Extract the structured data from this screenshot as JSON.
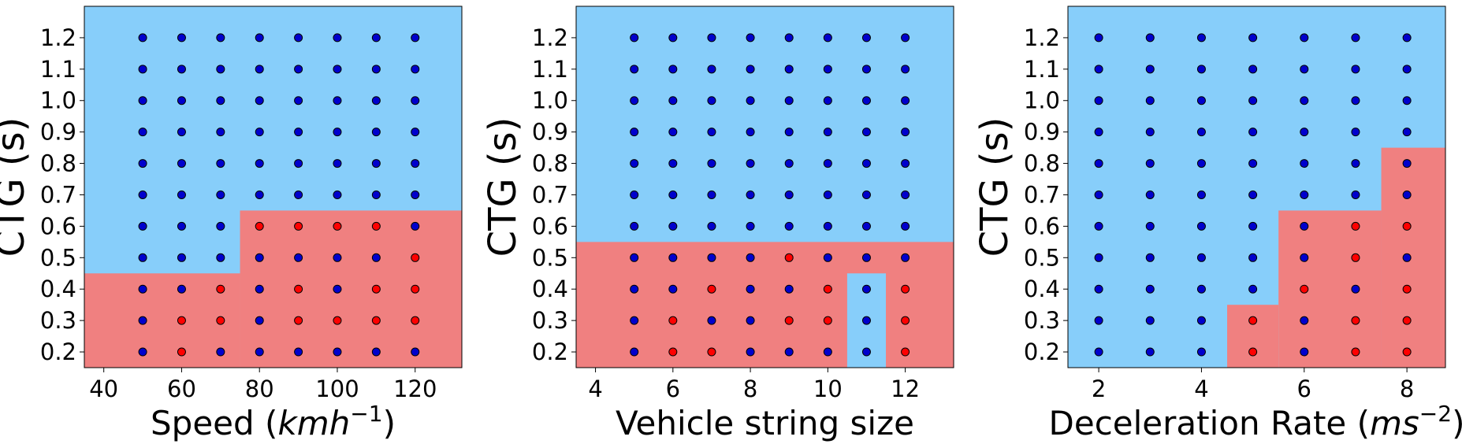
{
  "colors": {
    "safe_region": "#87CEFA",
    "unsafe_region": "#F08080",
    "point_safe": "#0000CD",
    "point_unsafe": "#FF0000",
    "point_edge": "#000000"
  },
  "chart_data": [
    {
      "type": "scatter",
      "name": "speed-panel",
      "xlabel": "Speed",
      "xlabel_unit_base": "kmh",
      "xlabel_unit_exp": "−1",
      "ylabel": "CTG (s)",
      "xlim": [
        35,
        132
      ],
      "ylim": [
        0.15,
        1.3
      ],
      "xticks": [
        40,
        60,
        80,
        100,
        120
      ],
      "yticks": [
        "0.2",
        "0.3",
        "0.4",
        "0.5",
        "0.6",
        "0.7",
        "0.8",
        "0.9",
        "1.0",
        "1.1",
        "1.2"
      ],
      "x": [
        50,
        60,
        70,
        80,
        90,
        100,
        110,
        120
      ],
      "y": [
        0.2,
        0.3,
        0.4,
        0.5,
        0.6,
        0.7,
        0.8,
        0.9,
        1.0,
        1.1,
        1.2
      ],
      "region_boundary": {
        "upper_x": [
          35,
          75,
          75,
          132
        ],
        "upper_y": [
          0.45,
          0.45,
          0.65,
          0.65
        ]
      },
      "unsafe_points": [
        [
          60,
          0.2
        ],
        [
          60,
          0.3
        ],
        [
          70,
          0.3
        ],
        [
          70,
          0.4
        ],
        [
          80,
          0.6
        ],
        [
          90,
          0.3
        ],
        [
          90,
          0.4
        ],
        [
          90,
          0.6
        ],
        [
          100,
          0.3
        ],
        [
          100,
          0.6
        ],
        [
          110,
          0.3
        ],
        [
          110,
          0.4
        ],
        [
          110,
          0.6
        ],
        [
          120,
          0.3
        ],
        [
          120,
          0.4
        ],
        [
          120,
          0.5
        ]
      ]
    },
    {
      "type": "scatter",
      "name": "vehicle-string-panel",
      "xlabel": "Vehicle string size",
      "xlabel_unit_base": "",
      "xlabel_unit_exp": "",
      "ylabel": "CTG (s)",
      "xlim": [
        3.5,
        13.25
      ],
      "ylim": [
        0.15,
        1.3
      ],
      "xticks": [
        4,
        6,
        8,
        10,
        12
      ],
      "yticks": [
        "0.2",
        "0.3",
        "0.4",
        "0.5",
        "0.6",
        "0.7",
        "0.8",
        "0.9",
        "1.0",
        "1.1",
        "1.2"
      ],
      "x": [
        5,
        6,
        7,
        8,
        9,
        10,
        11,
        12
      ],
      "y": [
        0.2,
        0.3,
        0.4,
        0.5,
        0.6,
        0.7,
        0.8,
        0.9,
        1.0,
        1.1,
        1.2
      ],
      "region_boundary": {
        "upper_x": [
          3.5,
          13.25
        ],
        "upper_y": [
          0.55,
          0.55
        ],
        "safe_notch_x": [
          10.5,
          11.5
        ],
        "safe_notch_top": 0.45
      },
      "unsafe_points": [
        [
          6,
          0.2
        ],
        [
          6,
          0.3
        ],
        [
          7,
          0.2
        ],
        [
          7,
          0.4
        ],
        [
          9,
          0.3
        ],
        [
          9,
          0.5
        ],
        [
          10,
          0.3
        ],
        [
          10,
          0.4
        ],
        [
          12,
          0.2
        ],
        [
          12,
          0.3
        ],
        [
          12,
          0.4
        ]
      ]
    },
    {
      "type": "scatter",
      "name": "deceleration-panel",
      "xlabel": "Deceleration Rate",
      "xlabel_unit_base": "ms",
      "xlabel_unit_exp": "−2",
      "ylabel": "CTG (s)",
      "xlim": [
        1.4,
        8.75
      ],
      "ylim": [
        0.15,
        1.3
      ],
      "xticks": [
        2,
        4,
        6,
        8
      ],
      "yticks": [
        "0.2",
        "0.3",
        "0.4",
        "0.5",
        "0.6",
        "0.7",
        "0.8",
        "0.9",
        "1.0",
        "1.1",
        "1.2"
      ],
      "x": [
        2,
        3,
        4,
        5,
        6,
        7,
        8
      ],
      "y": [
        0.2,
        0.3,
        0.4,
        0.5,
        0.6,
        0.7,
        0.8,
        0.9,
        1.0,
        1.1,
        1.2
      ],
      "region_boundary": {
        "steps_x": [
          4.5,
          5.5,
          7.5,
          8.75
        ],
        "steps_top": [
          0.35,
          0.65,
          0.85
        ]
      },
      "unsafe_points": [
        [
          5,
          0.2
        ],
        [
          5,
          0.3
        ],
        [
          6,
          0.4
        ],
        [
          7,
          0.2
        ],
        [
          7,
          0.3
        ],
        [
          7,
          0.5
        ],
        [
          7,
          0.6
        ],
        [
          8,
          0.2
        ],
        [
          8,
          0.3
        ],
        [
          8,
          0.4
        ],
        [
          8,
          0.6
        ]
      ]
    }
  ]
}
